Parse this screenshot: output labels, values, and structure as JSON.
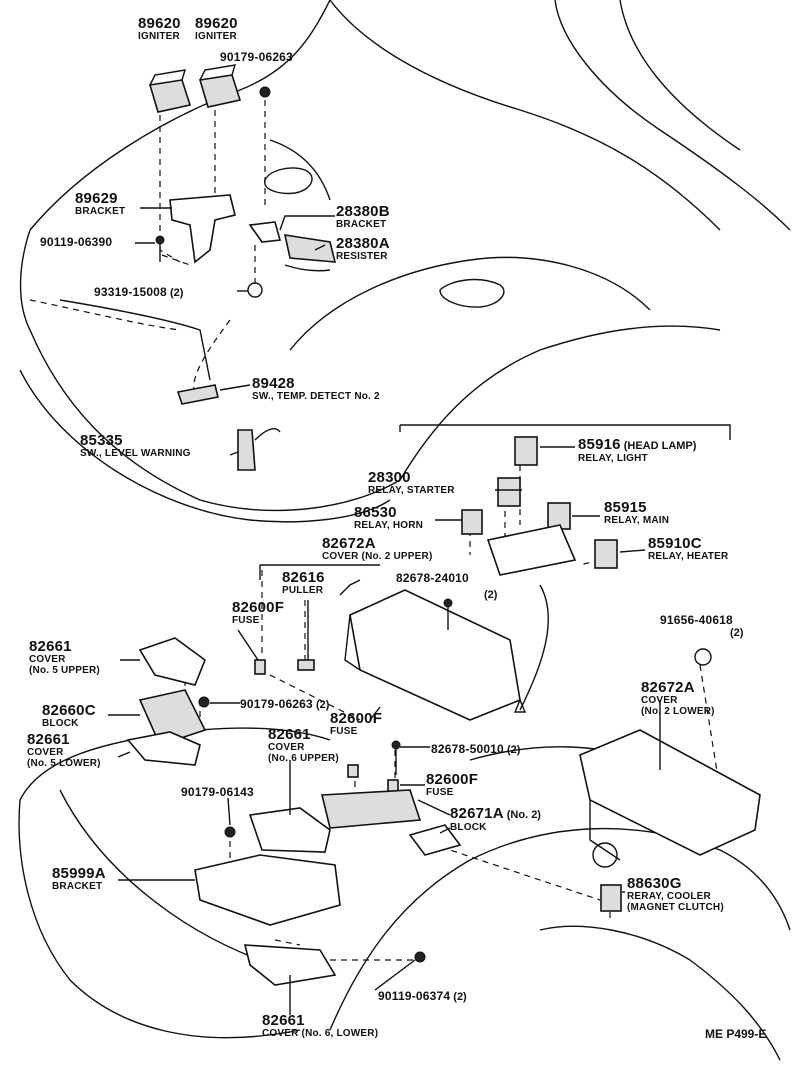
{
  "page_ref": "ME P499-E",
  "parts": [
    {
      "id": "igniter_a",
      "number": "89620",
      "desc": "IGNITER"
    },
    {
      "id": "igniter_b",
      "number": "89620",
      "desc": "IGNITER"
    },
    {
      "id": "bolt_06263_top",
      "number": "90179-06263",
      "desc": ""
    },
    {
      "id": "bracket_89629",
      "number": "89629",
      "desc": "BRACKET"
    },
    {
      "id": "bracket_28380b",
      "number": "28380B",
      "desc": "BRACKET"
    },
    {
      "id": "bolt_06390",
      "number": "90119-06390",
      "desc": ""
    },
    {
      "id": "resister_28380a",
      "number": "28380A",
      "desc": "RESISTER"
    },
    {
      "id": "screw_93319",
      "number": "93319-15008",
      "qty": "(2)",
      "desc": ""
    },
    {
      "id": "sw_89428",
      "number": "89428",
      "desc": "SW., TEMP. DETECT No. 2"
    },
    {
      "id": "sw_85335",
      "number": "85335",
      "desc": "SW., LEVEL WARNING"
    },
    {
      "id": "relay_85916",
      "number": "85916",
      "note": "(HEAD LAMP)",
      "desc": "RELAY, LIGHT"
    },
    {
      "id": "relay_28300",
      "number": "28300",
      "desc": "RELAY, STARTER"
    },
    {
      "id": "relay_86530",
      "number": "86530",
      "desc": "RELAY, HORN"
    },
    {
      "id": "relay_85915",
      "number": "85915",
      "desc": "RELAY, MAIN"
    },
    {
      "id": "relay_85910c",
      "number": "85910C",
      "desc": "RELAY, HEATER"
    },
    {
      "id": "cover_82672a_upper",
      "number": "82672A",
      "desc": "COVER (No. 2 UPPER)"
    },
    {
      "id": "puller_82616",
      "number": "82616",
      "desc": "PULLER"
    },
    {
      "id": "screw_24010",
      "number": "82678-24010",
      "qty": "(2)",
      "desc": ""
    },
    {
      "id": "fuse_82600f_a",
      "number": "82600F",
      "desc": "FUSE"
    },
    {
      "id": "nut_91656",
      "number": "91656-40618",
      "qty": "(2)",
      "desc": ""
    },
    {
      "id": "cover_82661_5u",
      "number": "82661",
      "desc": "COVER",
      "desc2": "(No. 5 UPPER)"
    },
    {
      "id": "bolt_06263_mid",
      "number": "90179-06263",
      "qty": "(2)",
      "desc": ""
    },
    {
      "id": "cover_82672a_lower",
      "number": "82672A",
      "desc": "COVER",
      "desc2": "(No. 2 LOWER)"
    },
    {
      "id": "block_82660c",
      "number": "82660C",
      "desc": "BLOCK"
    },
    {
      "id": "fuse_82600f_b",
      "number": "82600F",
      "desc": "FUSE"
    },
    {
      "id": "cover_82661_5l",
      "number": "82661",
      "desc": "COVER",
      "desc2": "(No. 5 LOWER)"
    },
    {
      "id": "cover_82661_6u",
      "number": "82661",
      "desc": "COVER",
      "desc2": "(No. 6 UPPER)"
    },
    {
      "id": "screw_50010",
      "number": "82678-50010",
      "qty": "(2)",
      "desc": ""
    },
    {
      "id": "fuse_82600f_c",
      "number": "82600F",
      "desc": "FUSE"
    },
    {
      "id": "bolt_06143",
      "number": "90179-06143",
      "desc": ""
    },
    {
      "id": "block_82671a",
      "number": "82671A",
      "qty": "(No. 2)",
      "desc": "BLOCK"
    },
    {
      "id": "bracket_85999a",
      "number": "85999A",
      "desc": "BRACKET"
    },
    {
      "id": "relay_88630g",
      "number": "88630G",
      "desc": "RERAY, COOLER",
      "desc2": "(MAGNET CLUTCH)"
    },
    {
      "id": "bolt_06374",
      "number": "90119-06374",
      "qty": "(2)",
      "desc": ""
    },
    {
      "id": "cover_82661_6l",
      "number": "82661",
      "desc": "COVER (No. 6, LOWER)"
    }
  ]
}
